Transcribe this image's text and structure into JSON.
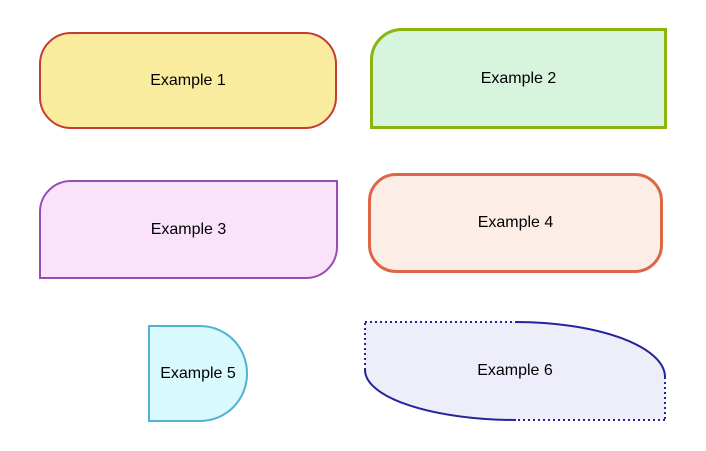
{
  "page": {
    "background_color": "#ffffff",
    "text_color": "#000000"
  },
  "examples": [
    {
      "label": "Example 1",
      "fill_color": "#FAEC9E",
      "border_color": "#C43C35",
      "border_style": "solid",
      "rounded_corners": "all"
    },
    {
      "label": "Example 2",
      "fill_color": "#D6F5DC",
      "border_color": "#8BB40E",
      "border_style": "solid",
      "rounded_corners": "top-left"
    },
    {
      "label": "Example 3",
      "fill_color": "#F9E2FA",
      "border_color": "#9A4CB6",
      "border_style": "solid",
      "rounded_corners": "top-left and bottom-right"
    },
    {
      "label": "Example 4",
      "fill_color": "#FCEDE7",
      "border_color": "#DD6644",
      "border_style": "solid",
      "rounded_corners": "all"
    },
    {
      "label": "Example 5",
      "fill_color": "#DAF9FC",
      "border_color": "#50B2D4",
      "border_style": "solid",
      "rounded_corners": "right-semicircle"
    },
    {
      "label": "Example 6",
      "fill_color": "#EEEDFA",
      "border_color": "#24249B",
      "border_style": "dotted",
      "rounded_corners": "elliptical top-right and bottom-left"
    }
  ]
}
